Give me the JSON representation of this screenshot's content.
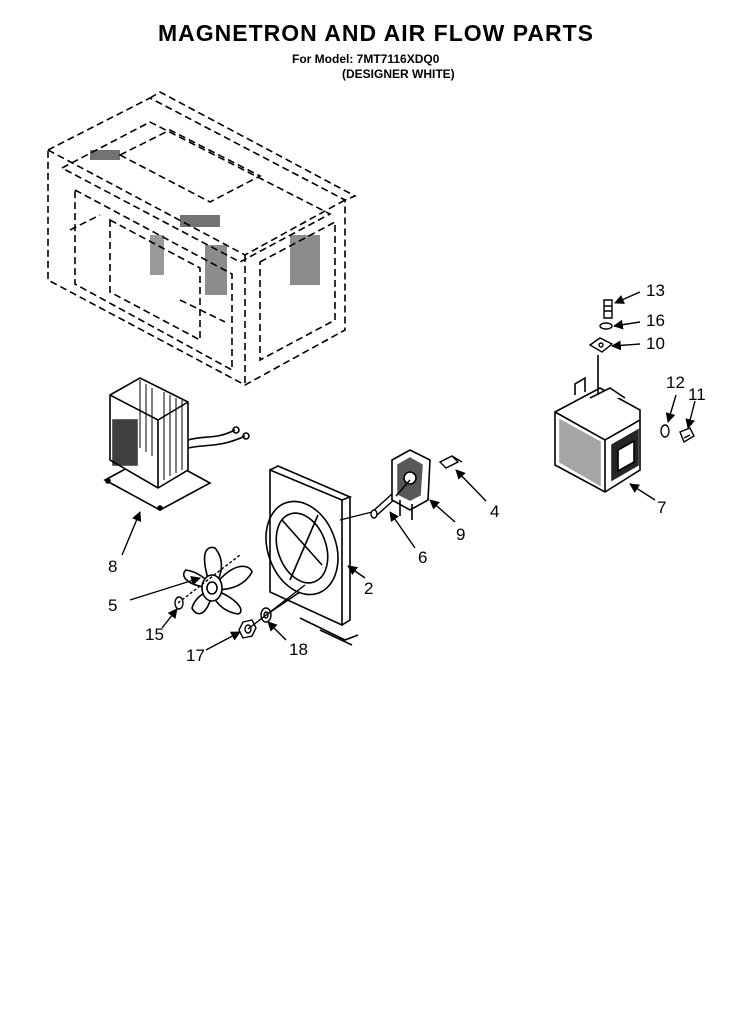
{
  "header": {
    "title": "MAGNETRON AND AIR FLOW PARTS",
    "model_line": "For Model: 7MT7116XDQ0",
    "color_line": "(DESIGNER WHITE)"
  },
  "callouts": [
    {
      "key": "p13",
      "label": "13"
    },
    {
      "key": "p16",
      "label": "16"
    },
    {
      "key": "p10",
      "label": "10"
    },
    {
      "key": "p12",
      "label": "12"
    },
    {
      "key": "p11",
      "label": "11"
    },
    {
      "key": "p7",
      "label": "7"
    },
    {
      "key": "p4",
      "label": "4"
    },
    {
      "key": "p9",
      "label": "9"
    },
    {
      "key": "p6",
      "label": "6"
    },
    {
      "key": "p2",
      "label": "2"
    },
    {
      "key": "p8",
      "label": "8"
    },
    {
      "key": "p5",
      "label": "5"
    },
    {
      "key": "p15",
      "label": "15"
    },
    {
      "key": "p17",
      "label": "17"
    },
    {
      "key": "p18",
      "label": "18"
    }
  ]
}
